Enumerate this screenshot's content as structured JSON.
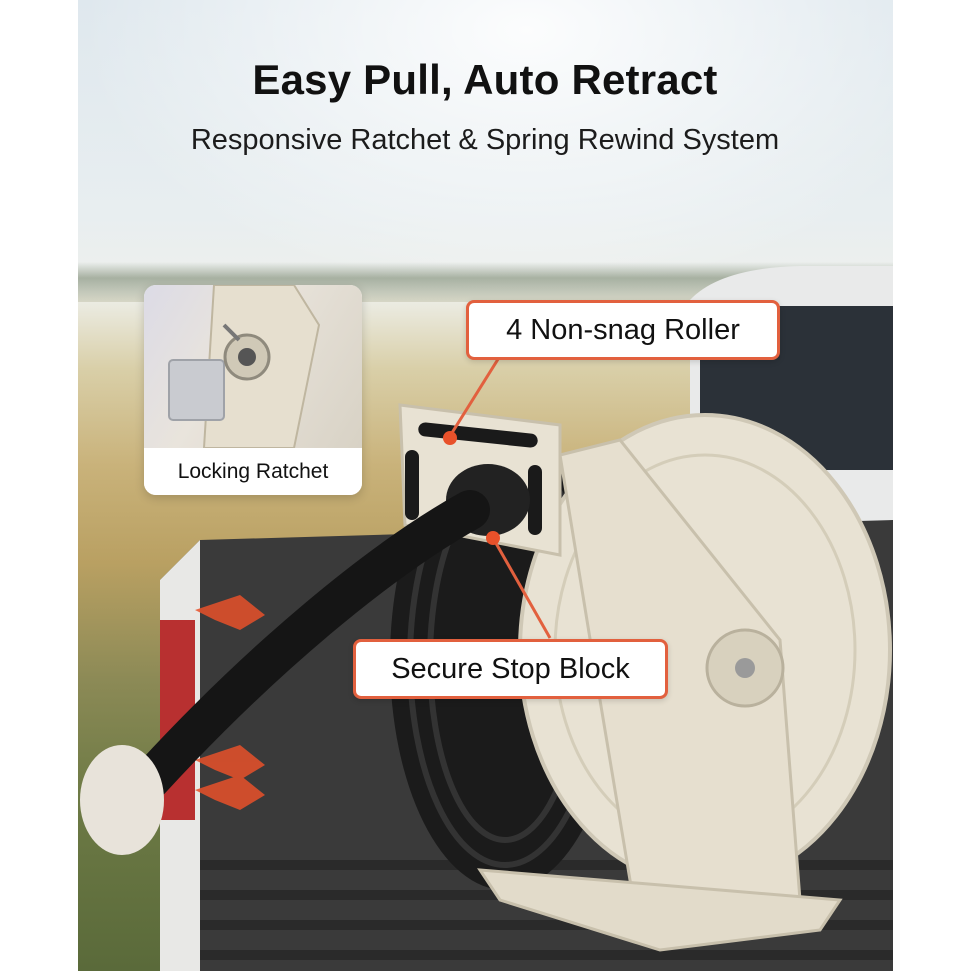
{
  "headline": "Easy Pull, Auto Retract",
  "subheadline": "Responsive Ratchet & Spring Rewind System",
  "inset": {
    "caption": "Locking Ratchet"
  },
  "callouts": {
    "roller": "4 Non-snag Roller",
    "stop_block": "Secure Stop Block"
  },
  "colors": {
    "callout_border": "#e2603e",
    "reel_body": "#e8e2d3",
    "hose": "#1b1b1b",
    "arrow_accent": "#e8512a"
  }
}
